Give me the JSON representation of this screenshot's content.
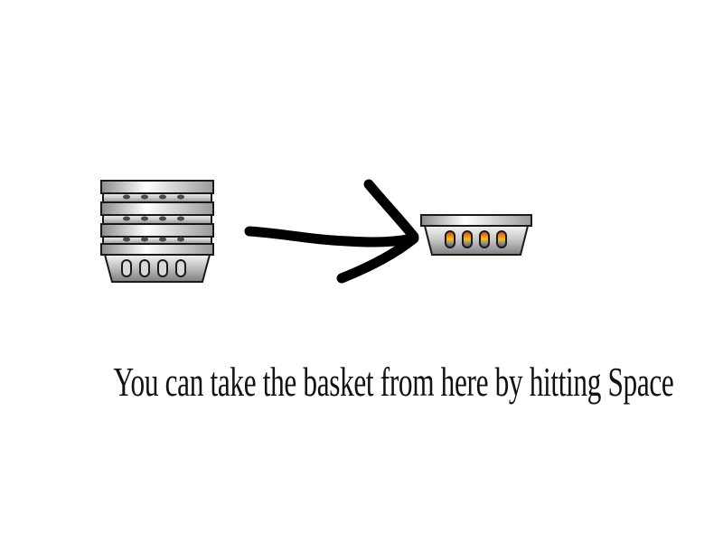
{
  "scene": {
    "instruction_text": "You can take the basket from here by hitting Space",
    "background_color": "#ffffff",
    "text_color": "#111111"
  },
  "sprites": {
    "basket_stack": {
      "icon": "basket-stack-icon",
      "basket_count": 4
    },
    "arrow": {
      "icon": "hand-drawn-arrow-icon",
      "color": "#000000"
    },
    "single_basket": {
      "icon": "basket-icon",
      "contents": "fruit",
      "fruit_colors": [
        "#e03a1e",
        "#f4c21a",
        "#2a52c8"
      ]
    }
  }
}
